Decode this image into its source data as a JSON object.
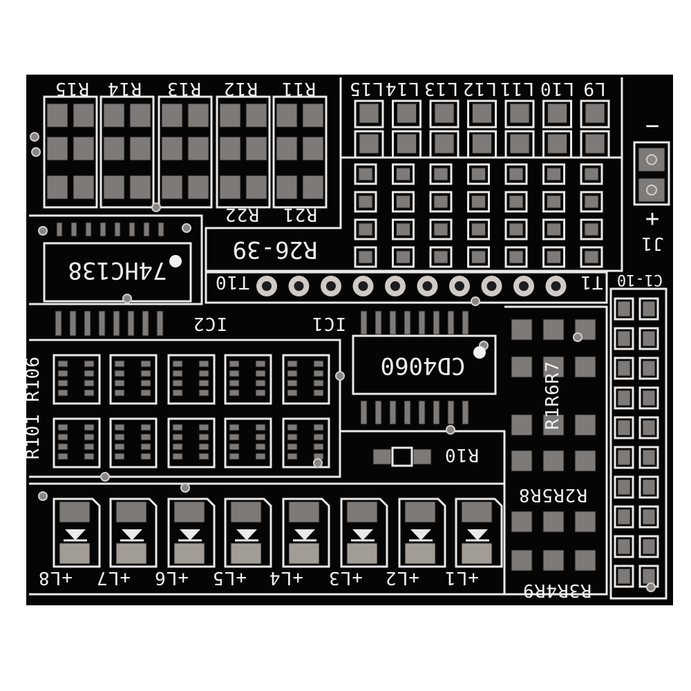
{
  "board": {
    "color": "#050505",
    "silkscreen_color": "#f1f1f1",
    "pad_color": "#7d7a78",
    "labels": {
      "resistors_top": [
        "R15",
        "R14",
        "R13",
        "R12",
        "R11"
      ],
      "resistors_bottom": [
        "R22",
        "R21"
      ],
      "leds_top": [
        "L15",
        "L14",
        "L13",
        "L12",
        "L11",
        "L10",
        "L9"
      ],
      "connector_minus": "−",
      "connector_plus": "+",
      "connector_name": "J1",
      "resistor_range": "R26-39",
      "chip_a": "74HC138",
      "transistor_row_left": "T10",
      "transistor_row_right": "T1",
      "capacitor_range": "C1-10",
      "ic2": "IC2",
      "ic1": "IC1",
      "chip_b": "CD4060",
      "resistor_block_range": "R101 R106",
      "r10": "R10",
      "r1r6r7": "R1R6R7",
      "r2r5r8": "R2R5R8",
      "r3r4r9": "R3R4R9",
      "leds_bottom": [
        "+L8",
        "+L7",
        "+L6",
        "+L5",
        "+L4",
        "+L3",
        "+L2",
        "+L1"
      ]
    }
  }
}
